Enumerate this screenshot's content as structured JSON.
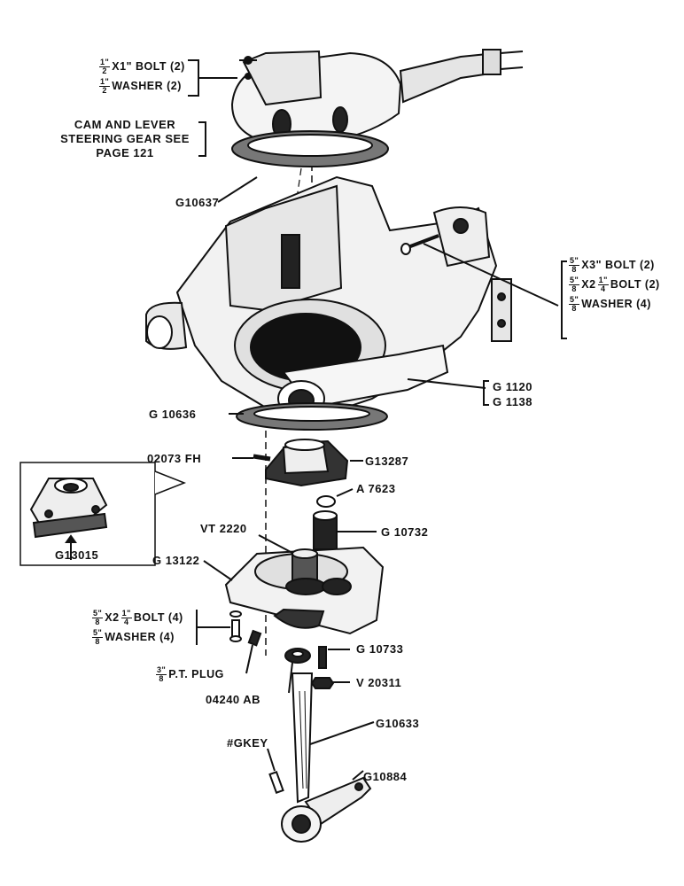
{
  "parts": {
    "g10637": "G10637",
    "g1120": "G 1120",
    "g1138": "G 1138",
    "g10636": "G 10636",
    "p02073fh": "02073 FH",
    "g13287": "G13287",
    "a7623": "A 7623",
    "g10732": "G 10732",
    "vt2220": "VT 2220",
    "g13122": "G 13122",
    "g13015": "G13015",
    "g10733": "G 10733",
    "v20311": "V 20311",
    "p04240ab": "04240 AB",
    "g10633": "G10633",
    "gkey": "#GKEY",
    "g10884": "G10884",
    "ptplug": "P.T. PLUG"
  },
  "top_bolts": {
    "bolt": "X1\" BOLT (2)",
    "washer": "WASHER (2)",
    "frac_num": "1\"",
    "frac_den": "2"
  },
  "steering_note": {
    "line1": "CAM AND LEVER",
    "line2": "STEERING GEAR SEE",
    "line3": "PAGE 121"
  },
  "right_bolts": {
    "bolt3": "X3\" BOLT (2)",
    "bolt2": "X2",
    "bolt2_tail": "BOLT (2)",
    "washer": "WASHER (4)"
  },
  "lower_bolts": {
    "bolt": "X2",
    "bolt_tail": "BOLT (4)",
    "washer": "WASHER (4)"
  },
  "fractions": {
    "five_eighths_num": "5\"",
    "five_eighths_den": "8",
    "quarter_num": "1\"",
    "quarter_den": "4",
    "three_eighths_num": "3\"",
    "three_eighths_den": "8"
  }
}
